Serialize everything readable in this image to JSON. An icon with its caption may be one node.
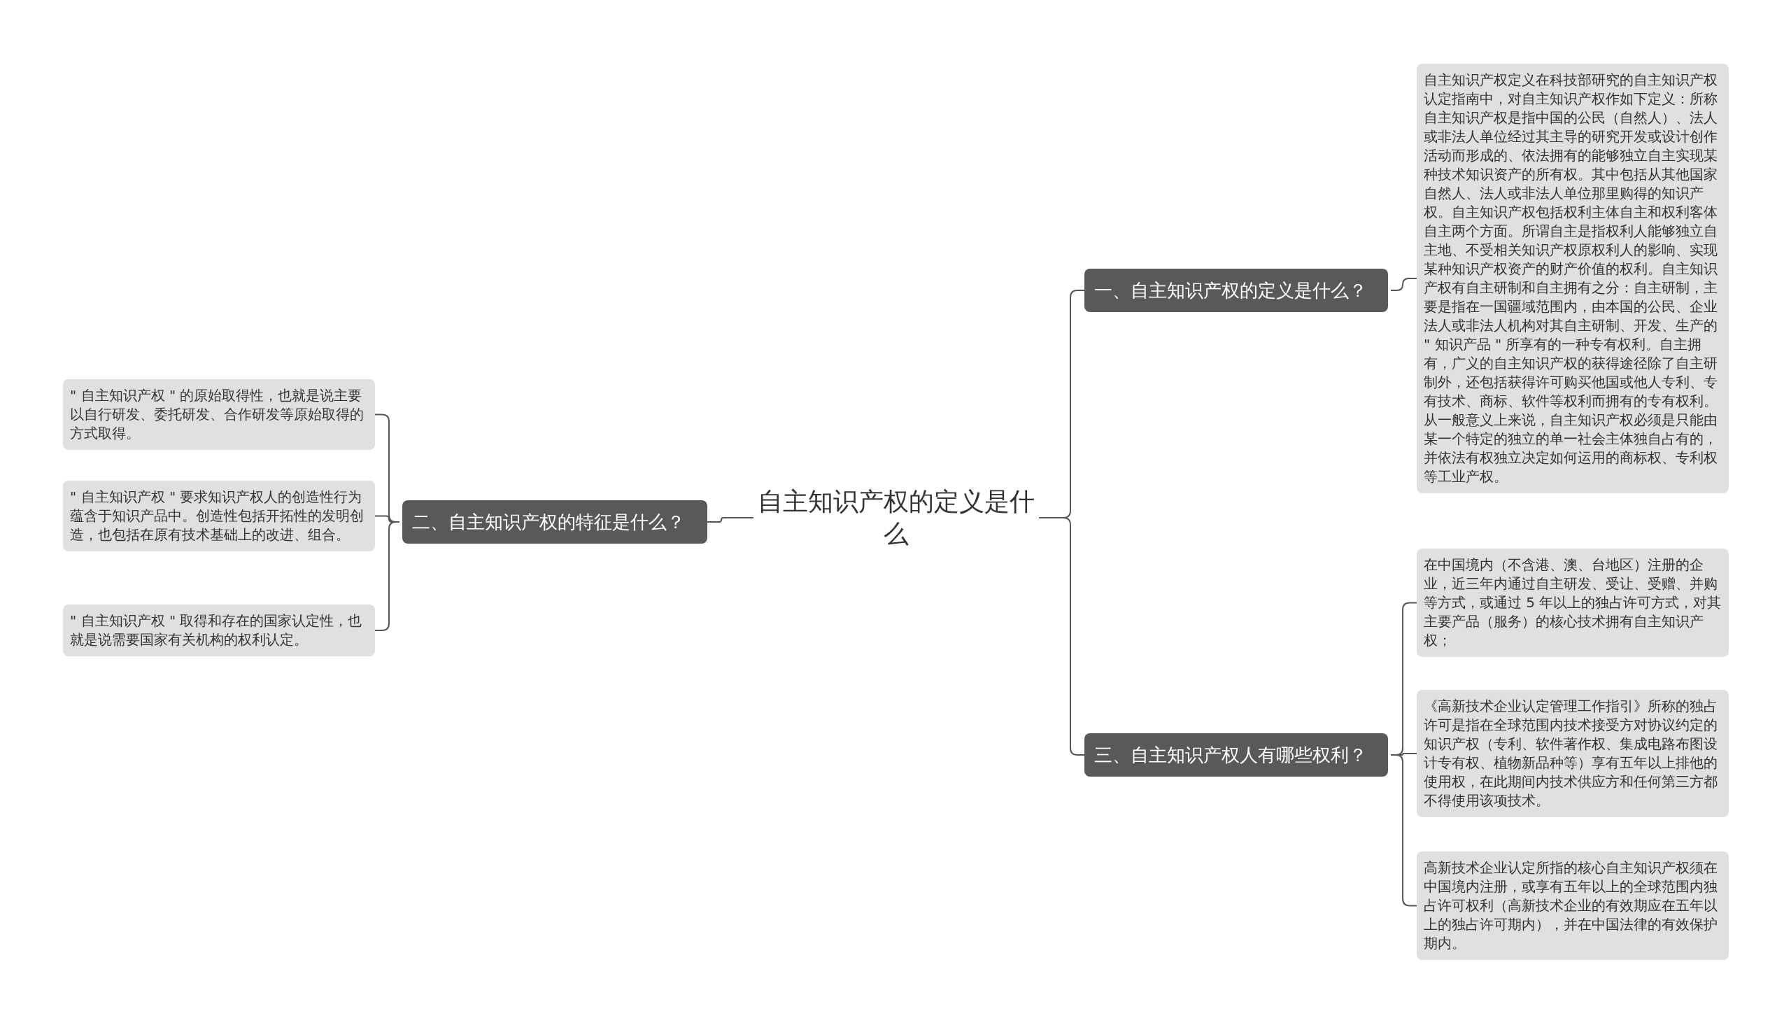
{
  "diagram": {
    "nodes": [
      {
        "text": [
          "自主知识产权的定义是什么"
        ]
      },
      {
        "text": [
          "一、自主知识产权的定义是什么？"
        ]
      },
      {
        "text": [
          "自主知识产权定义在科技部研究的自主知识产权认定指南中，对自主知识产权作如下定义：所称自主知识产权是指中国的公民（自然人）、法人或非法人单位经过其主导的研究开发或设计创作活动而形成的、依法拥有的能够独立自主实现某种技术知识资产的所有权。其中包括从其他国家自然人、法人或非法人单位那里购得的知识产权。自主知识产权包括权利主体自主和权利客体自主两个方面。所谓自主是指权利人能够独立自主地、不受相关知识产权原权利人的影响、实现某种知识产权资产的财产价值的权利。自主知识产权有自主研制和自主拥有之分：自主研制，主要是指在一国疆域范围内，由本国的公民、企业法人或非法人机构对其自主研制、开发、生产的 \" 知识产品 \" 所享有的一种专有权利。自主拥有，广义的自主知识产权的获得途径除了自主研制外，还包括获得许可购买他国或他人专利、专有技术、商标、软件等权利而拥有的专有权利。从一般意义上来说，自主知识产权必须是只能由某一个特定的独立的单一社会主体独自占有的，并依法有权独立决定如何运用的商标权、专利权等工业产权。"
        ]
      },
      {
        "text": [
          "二、自主知识产权的特征是什么？"
        ]
      },
      {
        "text": [
          "\" 自主知识产权 \" 的原始取得性，也就是说主要以自行研发、委托研发、合作研发等原始取得的方式取得。"
        ]
      },
      {
        "text": [
          "\" 自主知识产权 \" 要求知识产权人的创造性行为蕴含于知识产品中。创造性包括开拓性的发明创造，也包括在原有技术基础上的改进、组合。"
        ]
      },
      {
        "text": [
          "\" 自主知识产权 \" 取得和存在的国家认定性，也就是说需要国家有关机构的权利认定。"
        ]
      },
      {
        "text": [
          "三、自主知识产权人有哪些权利？"
        ]
      },
      {
        "text": [
          "在中国境内（不含港、澳、台地区）注册的企业，近三年内通过自主研发、受让、受赠、并购等方式，或通过 5 年以上的独占许可方式，对其主要产品（服务）的核心技术拥有自主知识产权；"
        ]
      },
      {
        "text": [
          "《高新技术企业认定管理工作指引》所称的独占许可是指在全球范围内技术接受方对协议约定的知识产权（专利、软件著作权、集成电路布图设计专有权、植物新品种等）享有五年以上排他的使用权，在此期间内技术供应方和任何第三方都不得使用该项技术。"
        ]
      },
      {
        "text": [
          "高新技术企业认定所指的核心自主知识产权须在中国境内注册，或享有五年以上的全球范围内独占许可权利（高新技术企业的有效期应在五年以上的独占许可期内），并在中国法律的有效保护期内。"
        ]
      }
    ],
    "edges": [
      {
        "from": 0,
        "to": 1,
        "arrow": "none"
      },
      {
        "from": 1,
        "to": 2,
        "arrow": "none"
      },
      {
        "from": 0,
        "to": 3,
        "arrow": "none"
      },
      {
        "from": 3,
        "to": 4,
        "arrow": "none"
      },
      {
        "from": 3,
        "to": 5,
        "arrow": "none"
      },
      {
        "from": 3,
        "to": 6,
        "arrow": "none"
      },
      {
        "from": 0,
        "to": 7,
        "arrow": "none"
      },
      {
        "from": 7,
        "to": 8,
        "arrow": "none"
      },
      {
        "from": 7,
        "to": 9,
        "arrow": "none"
      },
      {
        "from": 7,
        "to": 10,
        "arrow": "none"
      }
    ]
  }
}
